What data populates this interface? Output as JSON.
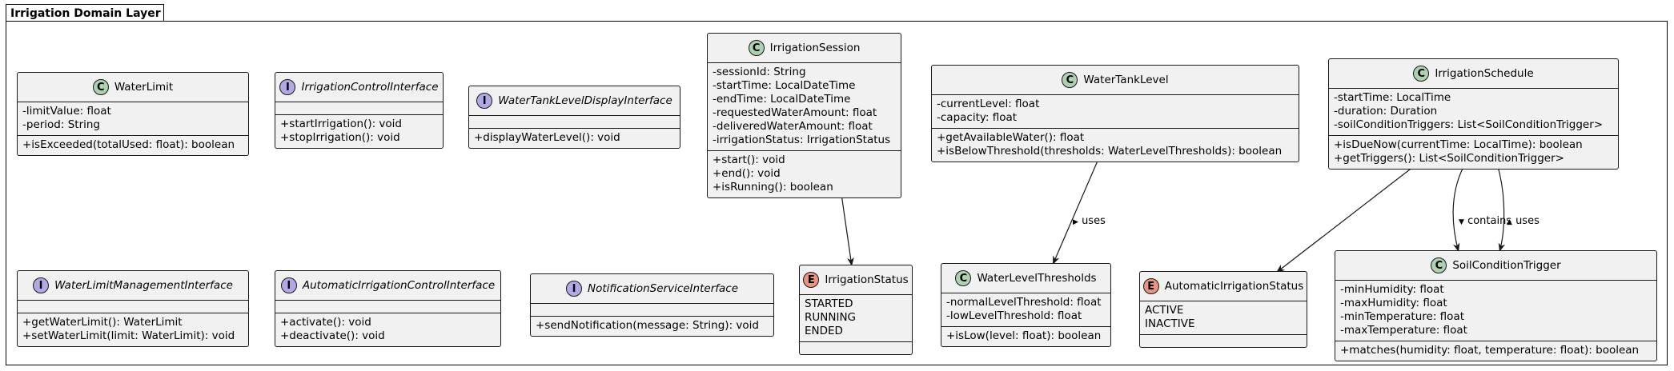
{
  "package": {
    "title": "Irrigation Domain Layer"
  },
  "elements": {
    "water_limit": {
      "name": "WaterLimit",
      "stereotype": "C",
      "fields": [
        "-limitValue: float",
        "-period: String"
      ],
      "methods": [
        "+isExceeded(totalUsed: float): boolean"
      ]
    },
    "irrigation_control_interface": {
      "name": "IrrigationControlInterface",
      "stereotype": "I",
      "fields": [],
      "methods": [
        "+startIrrigation(): void",
        "+stopIrrigation(): void"
      ]
    },
    "water_tank_level_display_interface": {
      "name": "WaterTankLevelDisplayInterface",
      "stereotype": "I",
      "fields": [],
      "methods": [
        "+displayWaterLevel(): void"
      ]
    },
    "irrigation_session": {
      "name": "IrrigationSession",
      "stereotype": "C",
      "fields": [
        "-sessionId: String",
        "-startTime: LocalDateTime",
        "-endTime: LocalDateTime",
        "-requestedWaterAmount: float",
        "-deliveredWaterAmount: float",
        "-irrigationStatus: IrrigationStatus"
      ],
      "methods": [
        "+start(): void",
        "+end(): void",
        "+isRunning(): boolean"
      ]
    },
    "water_tank_level": {
      "name": "WaterTankLevel",
      "stereotype": "C",
      "fields": [
        "-currentLevel: float",
        "-capacity: float"
      ],
      "methods": [
        "+getAvailableWater(): float",
        "+isBelowThreshold(thresholds: WaterLevelThresholds): boolean"
      ]
    },
    "irrigation_schedule": {
      "name": "IrrigationSchedule",
      "stereotype": "C",
      "fields": [
        "-startTime: LocalTime",
        "-duration: Duration",
        "-soilConditionTriggers: List<SoilConditionTrigger>"
      ],
      "methods": [
        "+isDueNow(currentTime: LocalTime): boolean",
        "+getTriggers(): List<SoilConditionTrigger>"
      ]
    },
    "water_limit_management_interface": {
      "name": "WaterLimitManagementInterface",
      "stereotype": "I",
      "fields": [],
      "methods": [
        "+getWaterLimit(): WaterLimit",
        "+setWaterLimit(limit: WaterLimit): void"
      ]
    },
    "automatic_irrigation_control_interface": {
      "name": "AutomaticIrrigationControlInterface",
      "stereotype": "I",
      "fields": [],
      "methods": [
        "+activate(): void",
        "+deactivate(): void"
      ]
    },
    "notification_service_interface": {
      "name": "NotificationServiceInterface",
      "stereotype": "I",
      "fields": [],
      "methods": [
        "+sendNotification(message: String): void"
      ]
    },
    "irrigation_status": {
      "name": "IrrigationStatus",
      "stereotype": "E",
      "fields": [
        "STARTED",
        "RUNNING",
        "ENDED"
      ],
      "methods": []
    },
    "water_level_thresholds": {
      "name": "WaterLevelThresholds",
      "stereotype": "C",
      "fields": [
        "-normalLevelThreshold: float",
        "-lowLevelThreshold: float"
      ],
      "methods": [
        "+isLow(level: float): boolean"
      ]
    },
    "automatic_irrigation_status": {
      "name": "AutomaticIrrigationStatus",
      "stereotype": "E",
      "fields": [
        "ACTIVE",
        "INACTIVE"
      ],
      "methods": []
    },
    "soil_condition_trigger": {
      "name": "SoilConditionTrigger",
      "stereotype": "C",
      "fields": [
        "-minHumidity: float",
        "-maxHumidity: float",
        "-minTemperature: float",
        "-maxTemperature: float"
      ],
      "methods": [
        "+matches(humidity: float, temperature: float): boolean"
      ]
    }
  },
  "edges": [
    {
      "from": "irrigation_session",
      "to": "irrigation_status",
      "label": ""
    },
    {
      "from": "water_tank_level",
      "to": "water_level_thresholds",
      "label": "uses",
      "direction_marker": "▶"
    },
    {
      "from": "irrigation_schedule",
      "to": "automatic_irrigation_status",
      "label": ""
    },
    {
      "from": "irrigation_schedule",
      "to": "soil_condition_trigger",
      "label": "contains",
      "direction_marker": "▼"
    },
    {
      "from": "irrigation_schedule",
      "to": "soil_condition_trigger",
      "label": "uses",
      "direction_marker": "▲"
    }
  ]
}
